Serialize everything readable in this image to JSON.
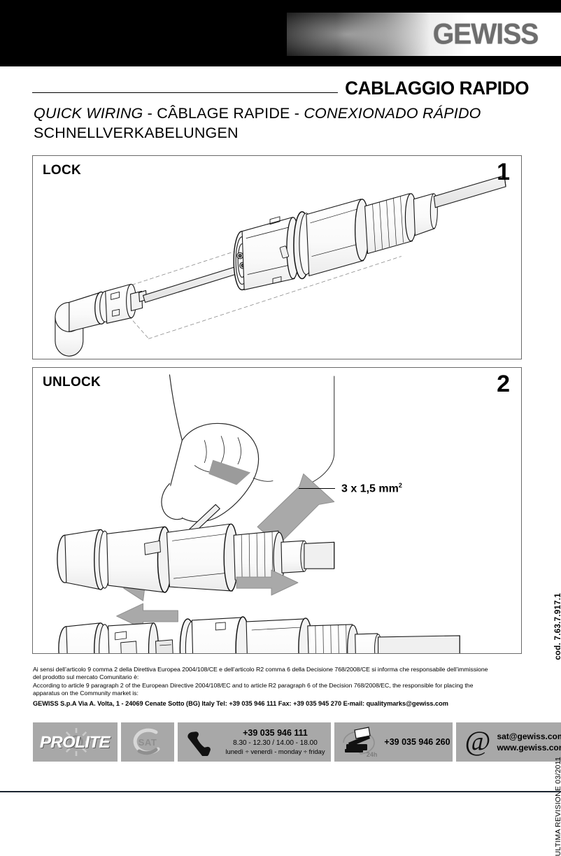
{
  "brand": {
    "logo_text": "GEWISS",
    "logo_color": "#6e6e6e"
  },
  "header": {
    "title": "CABLAGGIO RAPIDO",
    "subtitle_line1_part1": "QUICK  WIRING",
    "subtitle_line1_sep1": " - ",
    "subtitle_line1_part2": "CÂBLAGE  RAPIDE",
    "subtitle_line1_sep2": " - ",
    "subtitle_line1_part3": "CONEXIONADO  RÁPIDO",
    "subtitle_line2": "SCHNELLVERKABELUNGEN"
  },
  "steps": [
    {
      "label": "LOCK",
      "number": "1",
      "illustration": "connector-plug-insert-diagram"
    },
    {
      "label": "UNLOCK",
      "number": "2",
      "illustration": "connector-screwdriver-release-diagram",
      "callout": {
        "text": "3 x 1,5 mm",
        "superscript": "2"
      }
    }
  ],
  "legal": {
    "line_it_1": "Ai sensi dell’articolo 9 comma 2 della Direttiva Europea 2004/108/CE e dell’articolo R2 comma 6 della Decisione 768/2008/CE si informa che responsabile dell’immissione",
    "line_it_2": "del prodotto sul mercato Comunitario è:",
    "line_en_1": "According to article 9 paragraph 2 of the European Directive 2004/108/EC and to article R2 paragraph 6 of the Decision 768/2008/EC, the responsible for placing the",
    "line_en_2": "apparatus on the Community market is:",
    "company_line": "GEWISS S.p.A  Via A. Volta, 1 - 24069  Cenate Sotto (BG)  Italy  Tel: +39 035 946 111  Fax: +39 035 945 270  E-mail: qualitymarks@gewiss.com"
  },
  "footer": {
    "prolite_label": "PROLITE",
    "sat_label": "SAT",
    "phone": {
      "number": "+39 035 946 111",
      "hours": "8.30 - 12.30 / 14.00 - 18.00",
      "days": "lunedì ÷ venerdì  -  monday ÷ friday"
    },
    "fax": {
      "number": "+39 035 946 260",
      "badge": "24h"
    },
    "contact": {
      "at_symbol": "@",
      "email": "sat@gewiss.com",
      "website": "www.gewiss.com"
    }
  },
  "margin": {
    "code": "cod.   7.63.7.917.1",
    "revision": "ULTIMA REVISIONE 03/2011"
  }
}
